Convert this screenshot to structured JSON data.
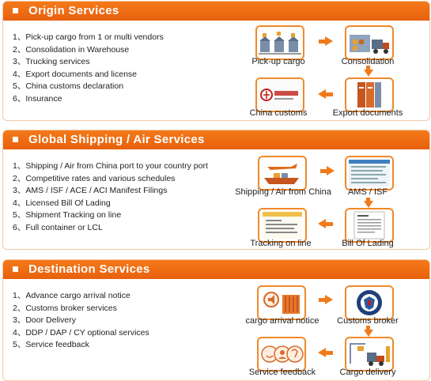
{
  "sections": [
    {
      "title": "Origin Services",
      "items": [
        "1、Pick-up cargo from 1 or multi vendors",
        "2、Consolidation in Warehouse",
        "3、Trucking services",
        "4、Export documents and license",
        "5、China customs declaration",
        "6、Insurance"
      ],
      "flow": {
        "top_left": "Pick-up cargo",
        "top_right": "Consolidation",
        "bottom_left": "China customs",
        "bottom_right": "Export documents"
      }
    },
    {
      "title": "Global Shipping / Air Services",
      "items": [
        "1、Shipping / Air from China port to your country port",
        "2、Competitive rates and various schedules",
        "3、AMS / ISF / ACE / ACI  Manifest Filings",
        "4、Licensed Bill Of Lading",
        "5、Shipment Tracking on line",
        "6、Full container or LCL"
      ],
      "flow": {
        "top_left": "Shipping / Air from China",
        "top_right": "AMS / ISF",
        "bottom_left": "Tracking on line",
        "bottom_right": "Bill Of Lading"
      }
    },
    {
      "title": "Destination Services",
      "items": [
        "1、Advance cargo arrival notice",
        "2、Customs broker services",
        "3、Door Delivery",
        "4、DDP / DAP / CY optional services",
        "5、Service feedback"
      ],
      "flow": {
        "top_left": "cargo arrival notice",
        "top_right": "Customs broker",
        "bottom_left": "Service feedback",
        "bottom_right": "Cargo delivery"
      }
    }
  ],
  "colors": {
    "accent": "#e8600d",
    "border": "#f08a2a"
  },
  "icons": [
    "warehouse-truck-icon",
    "truck-icon",
    "customs-document-icon",
    "binders-icon",
    "cargo-plane-ship-icon",
    "ams-form-icon",
    "tracking-page-icon",
    "bill-of-lading-icon",
    "notice-container-icon",
    "customs-seal-icon",
    "feedback-icon",
    "delivery-crane-icon"
  ]
}
